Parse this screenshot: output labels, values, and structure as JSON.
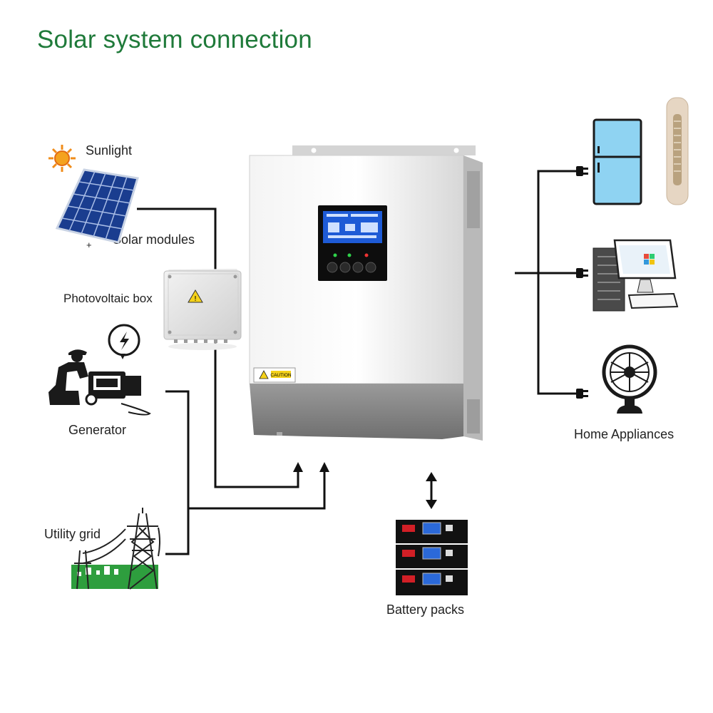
{
  "title": "Solar system connection",
  "labels": {
    "sunlight": "Sunlight",
    "solar_modules": "Solar modules",
    "minus": "-",
    "plus": "+",
    "pv_box": "Photovoltaic box",
    "generator": "Generator",
    "utility_grid": "Utility grid",
    "battery_packs": "Battery packs",
    "home_appliances": "Home Appliances",
    "caution": "CAUTION"
  },
  "colors": {
    "title": "#1f7a3a",
    "line": "#111111",
    "lcd": "#1e5bd6",
    "fridge": "#8fd3f2",
    "grass": "#2e9e3e"
  },
  "icons": [
    "sun-icon",
    "solar-panel-icon",
    "pv-box-icon",
    "generator-icon",
    "utility-grid-icon",
    "inverter-icon",
    "battery-pack-icon",
    "fridge-icon",
    "air-conditioner-icon",
    "computer-icon",
    "fan-icon",
    "plug-icon"
  ]
}
